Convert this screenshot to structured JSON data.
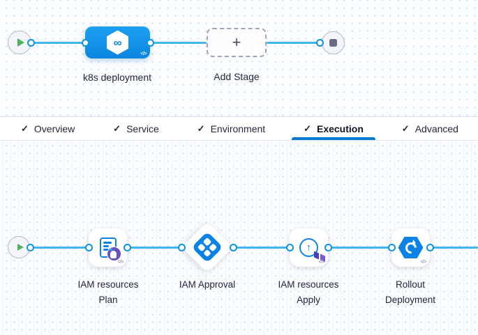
{
  "icons": {
    "check": "✓",
    "plus": "+",
    "infinity": "∞",
    "code": "</>",
    "arrow_up": "↑"
  },
  "stage_editor": {
    "stage_label": "k8s deployment",
    "add_stage_label": "Add Stage"
  },
  "tabs": [
    {
      "label": "Overview",
      "checked": true,
      "active": false
    },
    {
      "label": "Service",
      "checked": true,
      "active": false
    },
    {
      "label": "Environment",
      "checked": true,
      "active": false
    },
    {
      "label": "Execution",
      "checked": true,
      "active": true
    },
    {
      "label": "Advanced",
      "checked": true,
      "active": false
    }
  ],
  "execution_steps": [
    {
      "type": "terraform-plan",
      "line1": "IAM resources",
      "line2": "Plan"
    },
    {
      "type": "approval",
      "line1": "IAM Approval",
      "line2": ""
    },
    {
      "type": "terraform-apply",
      "line1": "IAM resources",
      "line2": "Apply"
    },
    {
      "type": "rollout",
      "line1": "Rollout",
      "line2": "Deployment"
    }
  ],
  "colors": {
    "connector": "#42b4ee",
    "accent_blue": "#0b82e6",
    "stage_gradient_top": "#1d9ff2",
    "stage_gradient_bottom": "#0c86e0",
    "active_tab_underline": "#0278d5",
    "terraform_purple": "#6a50c0"
  }
}
